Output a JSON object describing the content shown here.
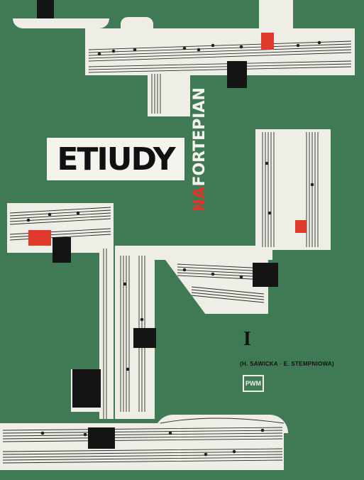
{
  "cover": {
    "title": "ETIUDY",
    "subtitle_na": "NA",
    "subtitle_rest": "FORTEPIAN",
    "volume": "I",
    "authors": "(H. SAWICKA · E. STEMPNIOWA)",
    "publisher_logo": "PWM"
  },
  "colors": {
    "background": "#3f7a55",
    "paper": "#efeee6",
    "accent_red": "#e03a2c",
    "black": "#141414"
  }
}
